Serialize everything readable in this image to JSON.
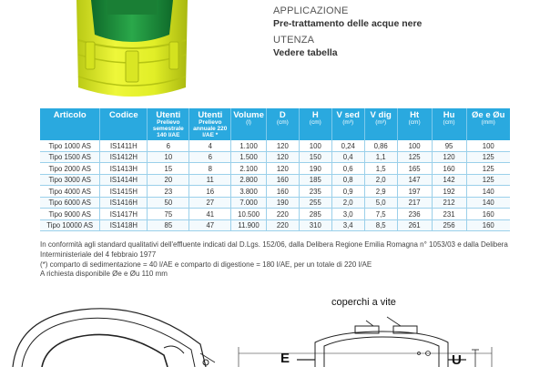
{
  "info": {
    "applicazione_label": "APPLICAZIONE",
    "applicazione_value": "Pre-trattamento delle acque nere",
    "utenza_label": "UTENZA",
    "utenza_value": "Vedere tabella"
  },
  "table": {
    "headers": [
      {
        "title": "Articolo",
        "sub": ""
      },
      {
        "title": "Codice",
        "sub": ""
      },
      {
        "title": "Utenti",
        "sub": "Prelievo semestrale 140 l/AE"
      },
      {
        "title": "Utenti",
        "sub": "Prelievo annuale 220 l/AE *"
      },
      {
        "title": "Volume",
        "sub": "(l)"
      },
      {
        "title": "D",
        "sub": "(cm)"
      },
      {
        "title": "H",
        "sub": "(cm)"
      },
      {
        "title": "V sed",
        "sub": "(m³)"
      },
      {
        "title": "V dig",
        "sub": "(m³)"
      },
      {
        "title": "Ht",
        "sub": "(cm)"
      },
      {
        "title": "Hu",
        "sub": "(cm)"
      },
      {
        "title": "Øe e Øu",
        "sub": "(mm)"
      }
    ],
    "rows": [
      [
        "Tipo 1000 AS",
        "IS1411H",
        "6",
        "4",
        "1.100",
        "120",
        "100",
        "0,24",
        "0,86",
        "100",
        "95",
        "100"
      ],
      [
        "Tipo 1500 AS",
        "IS1412H",
        "10",
        "6",
        "1.500",
        "120",
        "150",
        "0,4",
        "1,1",
        "125",
        "120",
        "125"
      ],
      [
        "Tipo 2000 AS",
        "IS1413H",
        "15",
        "8",
        "2.100",
        "120",
        "190",
        "0,6",
        "1,5",
        "165",
        "160",
        "125"
      ],
      [
        "Tipo 3000 AS",
        "IS1414H",
        "20",
        "11",
        "2.800",
        "160",
        "185",
        "0,8",
        "2,0",
        "147",
        "142",
        "125"
      ],
      [
        "Tipo 4000 AS",
        "IS1415H",
        "23",
        "16",
        "3.800",
        "160",
        "235",
        "0,9",
        "2,9",
        "197",
        "192",
        "140"
      ],
      [
        "Tipo 6000 AS",
        "IS1416H",
        "50",
        "27",
        "7.000",
        "190",
        "255",
        "2,0",
        "5,0",
        "217",
        "212",
        "140"
      ],
      [
        "Tipo 9000 AS",
        "IS1417H",
        "75",
        "41",
        "10.500",
        "220",
        "285",
        "3,0",
        "7,5",
        "236",
        "231",
        "160"
      ],
      [
        "Tipo 10000 AS",
        "IS1418H",
        "85",
        "47",
        "11.900",
        "220",
        "310",
        "3,4",
        "8,5",
        "261",
        "256",
        "160"
      ]
    ]
  },
  "notes": [
    "In conformità agli standard qualitativi dell'effluente indicati dal D.Lgs. 152/06, dalla Delibera Regione Emilia Romagna n° 1053/03 e dalla Delibera Interministeriale del 4 febbraio 1977",
    "(*) comparto di sedimentazione = 40 l/AE e comparto di digestione = 180 l/AE, per un totale di 220 l/AE",
    "A richiesta disponibile Øe e Øu 110 mm"
  ],
  "drawing": {
    "callout": "coperchi a vite",
    "label_e": "E",
    "label_u": "U"
  },
  "colors": {
    "header_blue": "#2aa9df",
    "tank_yellow": "#e3f22a",
    "tank_green": "#1e8f3a"
  }
}
